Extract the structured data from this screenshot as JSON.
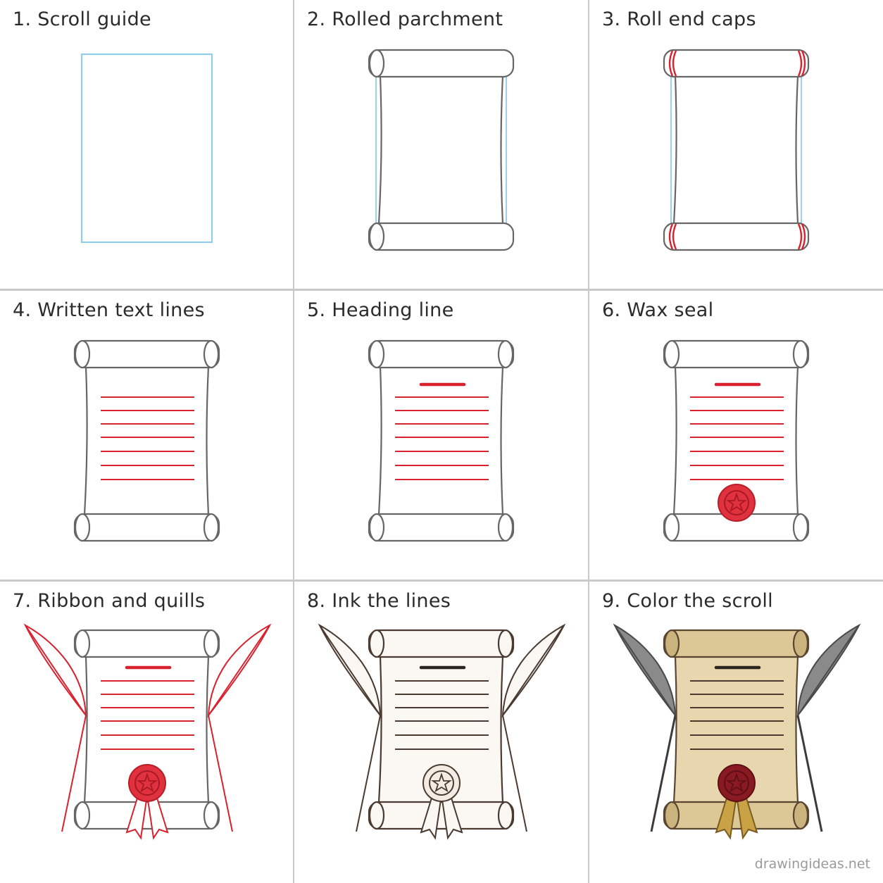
{
  "steps": [
    {
      "label": "1. Scroll guide"
    },
    {
      "label": "2. Rolled parchment"
    },
    {
      "label": "3. Roll end caps"
    },
    {
      "label": "4. Written text lines"
    },
    {
      "label": "5. Heading line"
    },
    {
      "label": "6. Wax seal"
    },
    {
      "label": "7. Ribbon and quills"
    },
    {
      "label": "8. Ink the lines"
    },
    {
      "label": "9. Color the scroll"
    }
  ],
  "watermark": "drawingideas.net",
  "colors": {
    "guide": "#8fcdec",
    "pencil": "#666666",
    "highlight": "#d8222f",
    "ink": "#4a3a30",
    "parchment": "#e8d7ae",
    "seal": "#8a1a22",
    "ribbon": "#c9a246",
    "quill": "#8a8a8a"
  }
}
